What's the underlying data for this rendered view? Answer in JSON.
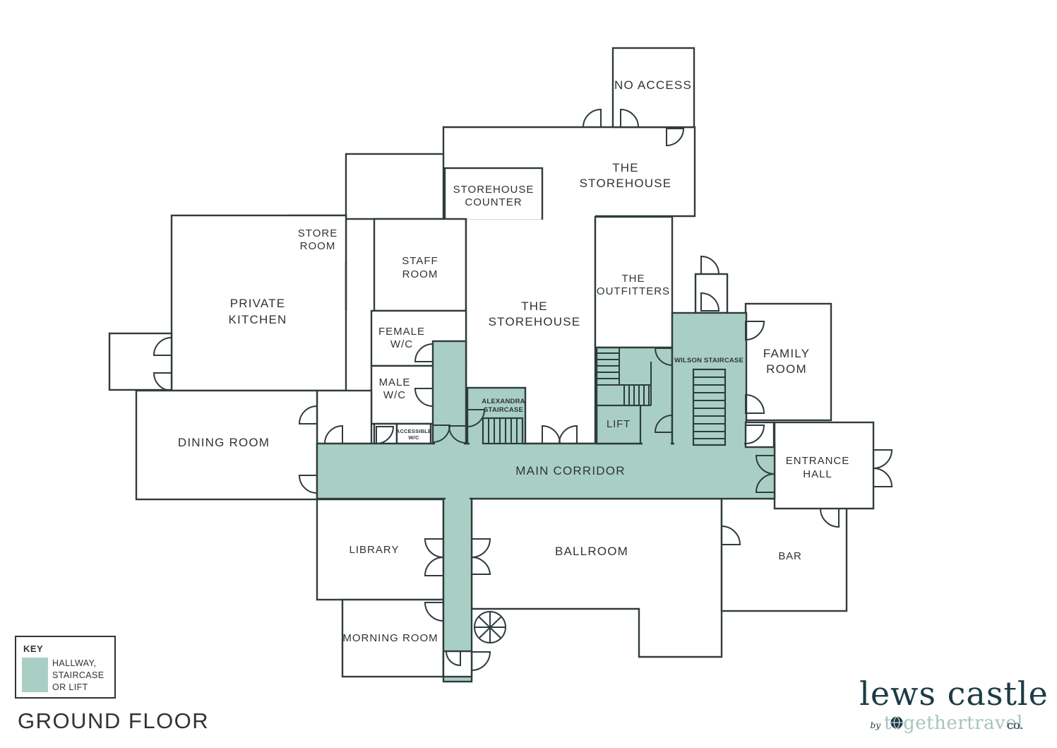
{
  "title": "Lews Castle ground floor plan",
  "colors": {
    "hallway_teal": "#a9cfc5",
    "wall": "#303b3d",
    "text": "#2e3338",
    "logo_dark": "#1d3b45",
    "logo_light": "#a7c4bc"
  },
  "rooms": {
    "no_access": [
      "NO ACCESS"
    ],
    "storehouse_top": [
      "THE",
      "STOREHOUSE"
    ],
    "storehouse_counter": [
      "STOREHOUSE",
      "COUNTER"
    ],
    "store_room": [
      "STORE",
      "ROOM"
    ],
    "staff_room": [
      "STAFF",
      "ROOM"
    ],
    "private_kitchen": [
      "PRIVATE",
      "KITCHEN"
    ],
    "storehouse_main": [
      "THE",
      "STOREHOUSE"
    ],
    "outfitters": [
      "THE",
      "OUTFITTERS"
    ],
    "female_wc": [
      "FEMALE",
      "W/C"
    ],
    "male_wc": [
      "MALE",
      "W/C"
    ],
    "accessible_wc": [
      "ACCESSIBLE",
      "W/C"
    ],
    "dining_room": [
      "DINING ROOM"
    ],
    "family_room": [
      "FAMILY",
      "ROOM"
    ],
    "wilson_staircase": [
      "WILSON STAIRCASE"
    ],
    "alexandra_staircase": [
      "ALEXANDRA",
      "STAIRCASE"
    ],
    "lift": [
      "LIFT"
    ],
    "entrance_hall": [
      "ENTRANCE",
      "HALL"
    ],
    "main_corridor": [
      "MAIN CORRIDOR"
    ],
    "library": [
      "LIBRARY"
    ],
    "ballroom": [
      "BALLROOM"
    ],
    "bar": [
      "BAR"
    ],
    "morning_room": [
      "MORNING ROOM"
    ]
  },
  "legend": {
    "title": "KEY",
    "lines": [
      "HALLWAY,",
      "STAIRCASE",
      "OR LIFT"
    ]
  },
  "floor_label": "GROUND FLOOR",
  "logo": {
    "name": "lews castle",
    "by": "by",
    "brand": "togethertravel",
    "co": "co."
  }
}
